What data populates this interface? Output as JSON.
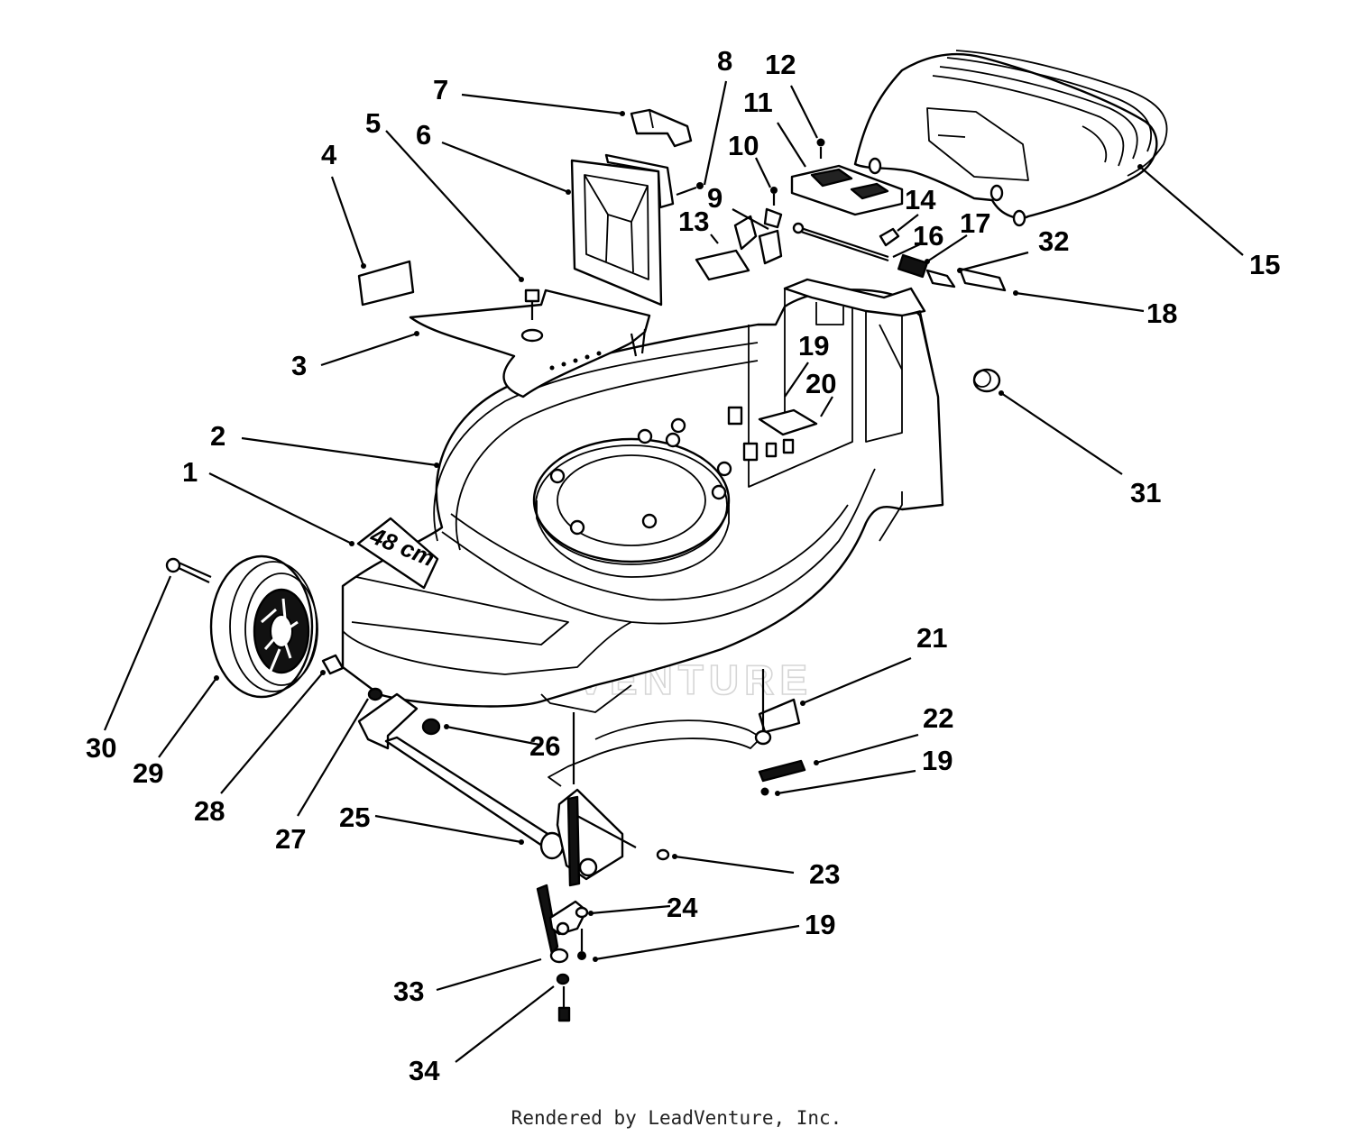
{
  "diagram": {
    "deck_decal": "48 cm",
    "watermark": "LEADVENTURE",
    "credit": "Rendered by LeadVenture, Inc.",
    "callouts": {
      "c1": "1",
      "c2": "2",
      "c3": "3",
      "c4": "4",
      "c5": "5",
      "c6": "6",
      "c7": "7",
      "c8": "8",
      "c9": "9",
      "c10": "10",
      "c11": "11",
      "c12": "12",
      "c13": "13",
      "c14": "14",
      "c15": "15",
      "c16": "16",
      "c17": "17",
      "c18": "18",
      "c19a": "19",
      "c19b": "19",
      "c19c": "19",
      "c20": "20",
      "c21": "21",
      "c22": "22",
      "c23": "23",
      "c24": "24",
      "c25": "25",
      "c26": "26",
      "c27": "27",
      "c28": "28",
      "c29": "29",
      "c30": "30",
      "c31": "31",
      "c32": "32",
      "c33": "33",
      "c34": "34"
    }
  }
}
